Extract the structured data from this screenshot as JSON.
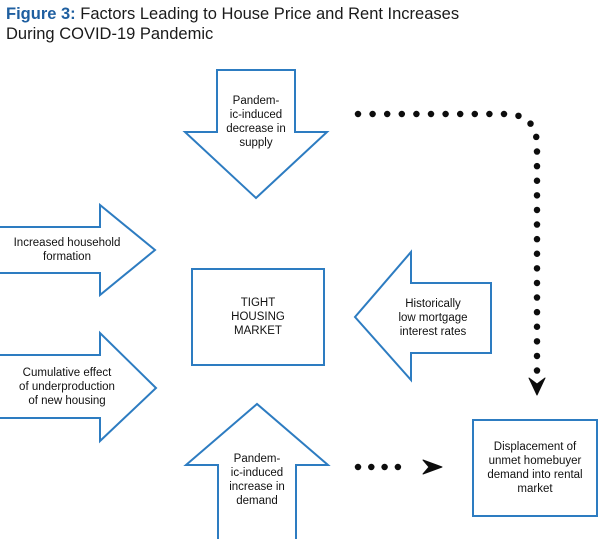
{
  "figure": {
    "label": "Figure 3:",
    "title_line1": "Factors Leading to House Price and Rent Increases",
    "title_line2": "During COVID-19 Pandemic"
  },
  "colors": {
    "accent_blue": "#2d7cc1",
    "title_blue": "#1f5fa0",
    "connector": "#0d0d0d"
  },
  "nodes": {
    "supply_decrease": "Pandem-\nic-induced\ndecrease in\nsupply",
    "household_formation": "Increased household\nformation",
    "underproduction": "Cumulative effect\nof underproduction\nof new housing",
    "tight_market": "TIGHT\nHOUSING\nMARKET",
    "low_rates": "Historically\nlow mortgage\ninterest rates",
    "demand_increase": "Pandem-\nic-induced\nincrease in\ndemand",
    "displacement": "Displacement of\nunmet homebuyer\ndemand into rental\nmarket"
  }
}
